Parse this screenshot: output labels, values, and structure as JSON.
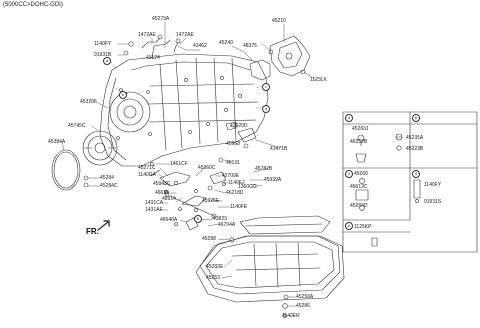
{
  "header": "(5000CC>DOHC-GDI)",
  "direction_label": "FR.",
  "callout_letters": [
    "a",
    "b",
    "c",
    "d",
    "e"
  ],
  "labels": {
    "l45273A": "45273A",
    "l45210": "45210",
    "l1472AE_1": "1472AE",
    "l1472AE_2": "1472AE",
    "l1140FY_a": "1140FY",
    "l43462": "43462",
    "l91931B": "91931B",
    "l43124": "43124",
    "l45240": "45240",
    "l48375": "48375",
    "l1123LK": "1123LK",
    "l45320F": "45320F",
    "l45745C": "45745C",
    "l45384A": "45384A",
    "l45284": "45284",
    "l45284C": "45284C",
    "l43920D": "43920D",
    "l45963": "45963",
    "l41471B": "41471B",
    "l46131": "46131",
    "l1461CF": "1461CF",
    "l45271C": "45271C",
    "l1140GA": "1140GA",
    "l45960C": "45960C",
    "l42700E": "42700E",
    "l45782B": "45782B",
    "l1140EJ": "1140EJ",
    "l45943C": "45943C",
    "l1360GG": "1360GG",
    "l45939A": "45939A",
    "l46639": "46639",
    "l46218D": "46218D",
    "l48914": "48914",
    "l1431CA": "1431CA",
    "l45925E": "45925E",
    "l1431AF": "1431AF",
    "l1140FE": "1140FE",
    "l46640A": "46640A",
    "l43823": "43823",
    "l46704A": "46704A",
    "l45288": "45288",
    "l45282E": "45282E",
    "l45253": "45253",
    "l45250A": "45250A",
    "l45286": "45286",
    "l1140ER": "1140ER",
    "l45260J": "45260J",
    "l46252B": "46252B",
    "l45235A": "45235A",
    "l45323B": "45323B",
    "l45260": "45260",
    "l45612C": "45612C",
    "l45284D": "45284D",
    "l1140FY_b": "1140FY",
    "l91931S": "91931S",
    "l1125KP": "1125KP"
  }
}
